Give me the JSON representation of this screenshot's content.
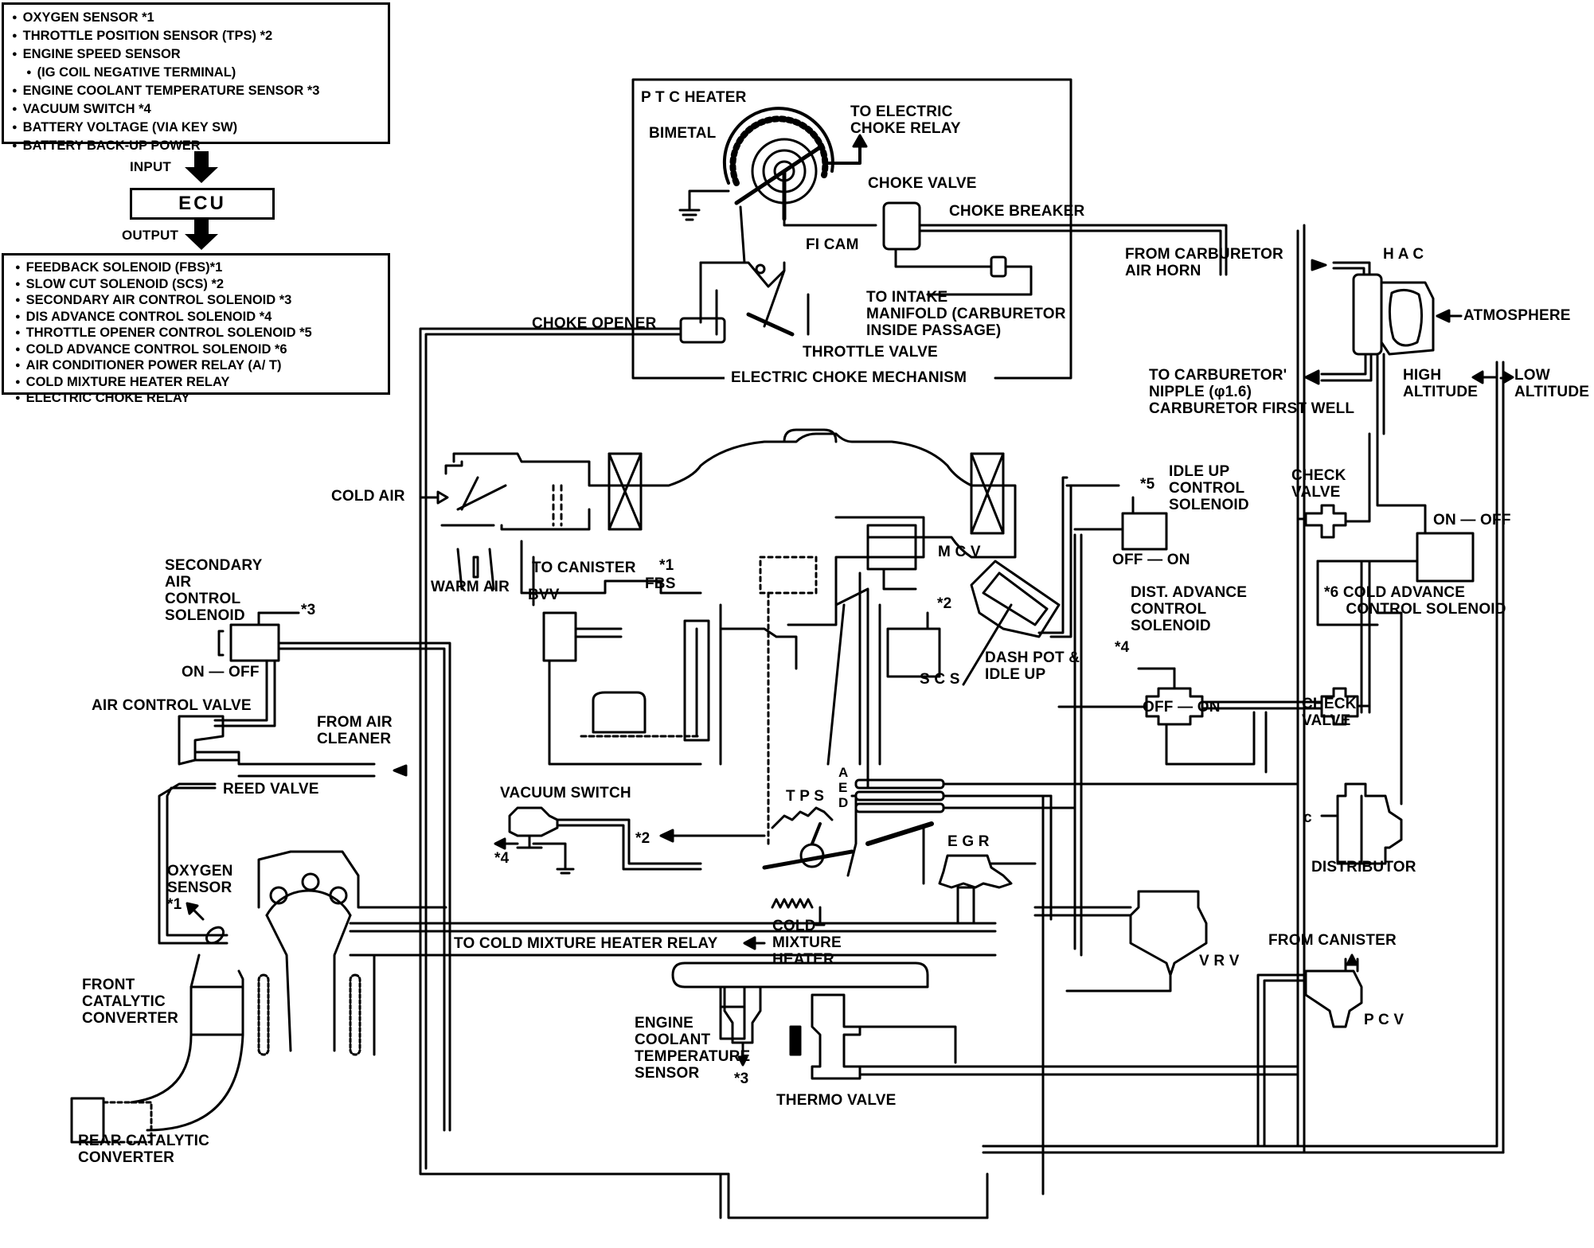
{
  "title": "Electronic Feedback Carburetor System Vacuum / Control Diagram",
  "ecu_panel": {
    "inputs": [
      "OXYGEN SENSOR *1",
      "THROTTLE POSITION SENSOR (TPS) *2",
      "ENGINE SPEED SENSOR",
      "(IG COIL NEGATIVE TERMINAL)",
      "ENGINE COOLANT TEMPERATURE SENSOR *3",
      "VACUUM SWITCH *4",
      "BATTERY VOLTAGE (VIA KEY SW)",
      "BATTERY BACK-UP POWER"
    ],
    "input_label": "INPUT",
    "ecu_label": "ECU",
    "output_label": "OUTPUT",
    "outputs": [
      "FEEDBACK SOLENOID (FBS)*1",
      "SLOW CUT SOLENOID (SCS) *2",
      "SECONDARY AIR CONTROL SOLENOID *3",
      "DIS ADVANCE CONTROL SOLENOID *4",
      "THROTTLE OPENER CONTROL SOLENOID *5",
      "COLD ADVANCE CONTROL SOLENOID *6",
      "AIR CONDITIONER POWER RELAY (A/ T)",
      "COLD MIXTURE HEATER RELAY",
      "ELECTRIC CHOKE RELAY"
    ]
  },
  "choke": {
    "ptc_heater": "P T C HEATER",
    "bimetal": "BIMETAL",
    "to_relay": "TO ELECTRIC\nCHOKE RELAY",
    "choke_valve": "CHOKE VALVE",
    "choke_breaker": "CHOKE BREAKER",
    "fi_cam": "FI CAM",
    "to_intake": "TO INTAKE\nMANIFOLD (CARBURETOR\nINSIDE PASSAGE)",
    "choke_opener": "CHOKE OPENER",
    "throttle_valve": "THROTTLE VALVE",
    "mechanism": "ELECTRIC CHOKE MECHANISM"
  },
  "hac": {
    "from_air_horn": "FROM CARBURETOR\nAIR HORN",
    "hac": "H A C",
    "atmosphere": "ATMOSPHERE",
    "to_nipple": "TO CARBURETOR'\nNIPPLE (φ1.6)\nCARBURETOR FIRST WELL",
    "high_altitude": "HIGH\nALTITUDE",
    "low_altitude": "LOW\nALTITUDE"
  },
  "right": {
    "idle_up_ref": "*5",
    "idle_up": "IDLE UP\nCONTROL\nSOLENOID",
    "idle_off_on": "OFF — ON",
    "check_valve_top": "CHECK\nVALVE",
    "on_off": "ON — OFF",
    "cold_advance": "*6 COLD ADVANCE\n     CONTROL SOLENOID",
    "dist_advance": "DIST. ADVANCE\nCONTROL\nSOLENOID",
    "dist_ref": "*4",
    "dist_off_on": "OFF — ON",
    "check_valve_bottom": "CHECK\nVALVE",
    "distributor_c": "c",
    "distributor": "DISTRIBUTOR",
    "vrv": "V R V",
    "from_canister": "FROM CANISTER",
    "pcv": "P C V"
  },
  "center": {
    "cold_air": "COLD AIR",
    "warm_air": "WARM AIR",
    "to_canister": "TO CANISTER",
    "fbs_ref": "*1",
    "fbs": "FBS",
    "bvv": "BVV",
    "mcv": "M C V",
    "scs_ref": "*2",
    "scs": "S C S",
    "dash_pot": "DASH POT &\nIDLE UP",
    "vacuum_switch": "VACUUM SWITCH",
    "vs_ref_2": "*2",
    "vs_ref_4": "*4",
    "tps": "T P S",
    "aed": "A\nE\nD",
    "egr": "E G R",
    "cold_mixture_heater": "COLD\nMIXTURE\nHEATER",
    "to_cmh_relay": "TO COLD MIXTURE HEATER RELAY",
    "ect_sensor": "ENGINE\nCOOLANT\nTEMPERATURE\nSENSOR",
    "ect_ref": "*3",
    "thermo_valve": "THERMO VALVE"
  },
  "left": {
    "secondary_air": "SECONDARY\nAIR\nCONTROL\nSOLENOID",
    "secondary_ref": "*3",
    "on_off": "ON — OFF",
    "air_control_valve": "AIR CONTROL VALVE",
    "from_air_cleaner": "FROM AIR\nCLEANER",
    "reed_valve": "REED VALVE",
    "oxygen_sensor": "OXYGEN\nSENSOR\n*1",
    "front_cat": "FRONT\nCATALYTIC\nCONVERTER",
    "rear_cat": "REAR CATALYTIC\nCONVERTER"
  }
}
